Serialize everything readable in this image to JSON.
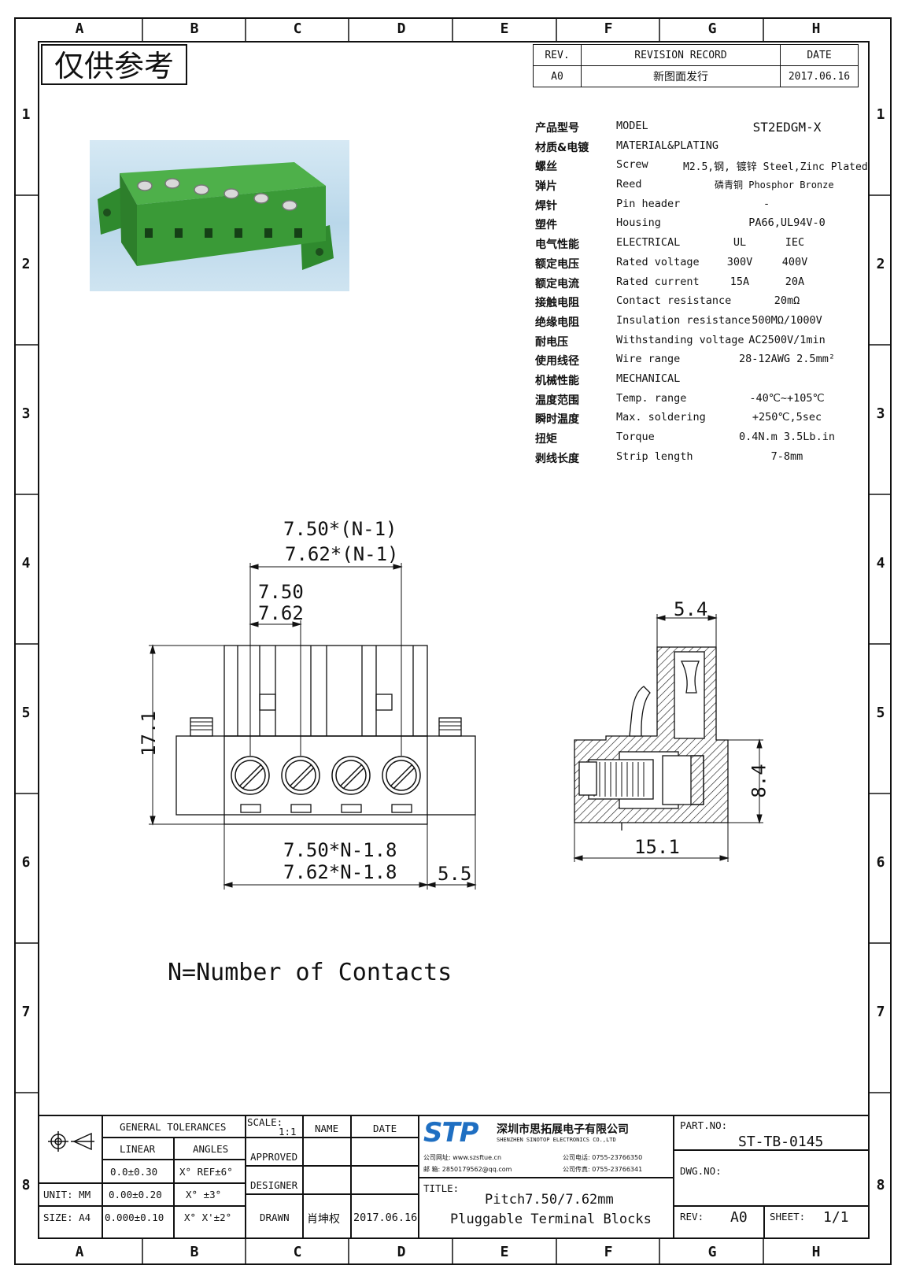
{
  "stamp": "仅供参考",
  "grid": {
    "columns": [
      "A",
      "B",
      "C",
      "D",
      "E",
      "F",
      "G",
      "H"
    ],
    "rows": [
      "1",
      "2",
      "3",
      "4",
      "5",
      "6",
      "7",
      "8"
    ]
  },
  "revision": {
    "headers": {
      "rev": "REV.",
      "record": "REVISION RECORD",
      "date": "DATE"
    },
    "rows": [
      {
        "rev": "A0",
        "record": "新图面发行",
        "date": "2017.06.16"
      }
    ]
  },
  "specs": [
    {
      "cn": "产品型号",
      "en": "MODEL",
      "v1": "ST2EDGM-X",
      "v2": ""
    },
    {
      "cn": "材质&电镀",
      "en": "MATERIAL&PLATING",
      "v1": "",
      "v2": ""
    },
    {
      "cn": "螺丝",
      "en": "Screw",
      "v1": "M2.5,钢, 镀锌 Steel,Zinc Plated",
      "v2": ""
    },
    {
      "cn": "弹片",
      "en": "Reed",
      "v1": "磷青铜 Phosphor Bronze",
      "v2": ""
    },
    {
      "cn": "焊针",
      "en": "Pin header",
      "v1": "-",
      "v2": ""
    },
    {
      "cn": "塑件",
      "en": "Housing",
      "v1": "PA66,UL94V-0",
      "v2": ""
    },
    {
      "cn": "电气性能",
      "en": "ELECTRICAL",
      "v1": "UL",
      "v2": "IEC"
    },
    {
      "cn": "额定电压",
      "en": "Rated voltage",
      "v1": "300V",
      "v2": "400V"
    },
    {
      "cn": "额定电流",
      "en": "Rated current",
      "v1": "15A",
      "v2": "20A"
    },
    {
      "cn": "接触电阻",
      "en": "Contact resistance",
      "v1": "20mΩ",
      "v2": ""
    },
    {
      "cn": "绝缘电阻",
      "en": "Insulation resistance",
      "v1": "500MΩ/1000V",
      "v2": ""
    },
    {
      "cn": "耐电压",
      "en": "Withstanding voltage",
      "v1": "AC2500V/1min",
      "v2": ""
    },
    {
      "cn": "使用线径",
      "en": "Wire range",
      "v1": "28-12AWG 2.5mm²",
      "v2": ""
    },
    {
      "cn": "机械性能",
      "en": "MECHANICAL",
      "v1": "",
      "v2": ""
    },
    {
      "cn": "温度范围",
      "en": "Temp. range",
      "v1": "-40℃~+105℃",
      "v2": ""
    },
    {
      "cn": "瞬时温度",
      "en": "Max. soldering",
      "v1": "+250℃,5sec",
      "v2": ""
    },
    {
      "cn": "扭矩",
      "en": "Torque",
      "v1": "0.4N.m 3.5Lb.in",
      "v2": ""
    },
    {
      "cn": "剥线长度",
      "en": "Strip length",
      "v1": "7-8mm",
      "v2": ""
    }
  ],
  "dims": {
    "pitch_total_a": "7.50*(N-1)",
    "pitch_total_b": "7.62*(N-1)",
    "pitch_a": "7.50",
    "pitch_b": "7.62",
    "height": "17.1",
    "length_a": "7.50*N-1.8",
    "length_b": "7.62*N-1.8",
    "flange": "5.5",
    "side_top": "5.4",
    "side_height": "8.4",
    "side_depth": "15.1"
  },
  "note": "N=Number of Contacts",
  "title_block": {
    "general_tolerances": "GENERAL TOLERANCES",
    "linear": "LINEAR",
    "angles": "ANGLES",
    "tol_rows": [
      {
        "lin": "0.0±0.30",
        "ang": "X° REF±6°"
      },
      {
        "lin": "0.00±0.20",
        "ang": "X° ±3°"
      },
      {
        "lin": "0.000±0.10",
        "ang": "X° X'±2°"
      }
    ],
    "unit": "UNIT: MM",
    "size": "SIZE: A4",
    "scale_label": "SCALE:",
    "scale": "1:1",
    "name": "NAME",
    "date": "DATE",
    "approved": "APPROVED",
    "designer": "DESIGNER",
    "drawn": "DRAWN",
    "drawn_name": "肖坤权",
    "drawn_date": "2017.06.16",
    "logo": "STP",
    "company_cn": "深圳市思拓展电子有限公司",
    "company_en": "SHENZHEN SINOTOP ELECTRONICS CO.,LTD",
    "contact_web": "公司网址: www.szsftue.cn",
    "contact_mail": "邮 箱: 2850179562@qq.com",
    "contact_tel": "公司电话: 0755-23766350",
    "contact_fax": "公司传真: 0755-23766341",
    "title_label": "TITLE:",
    "title_line1": "Pitch7.50/7.62mm",
    "title_line2": "Pluggable Terminal Blocks",
    "part_no_label": "PART.NO:",
    "part_no": "ST-TB-0145",
    "dwg_no_label": "DWG.NO:",
    "rev_label": "REV:",
    "rev": "A0",
    "sheet_label": "SHEET:",
    "sheet": "1/1"
  },
  "colors": {
    "product_green": "#3f9a3c",
    "photo_bg": "#c4deee",
    "logo_blue": "#1f6fc2"
  }
}
